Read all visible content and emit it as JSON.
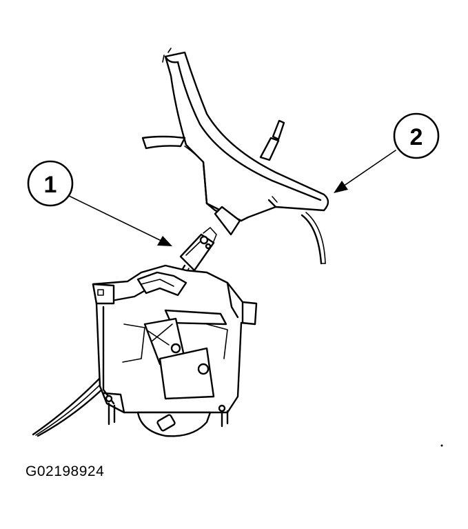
{
  "callouts": [
    {
      "id": "callout-1",
      "label": "1"
    },
    {
      "id": "callout-2",
      "label": "2"
    }
  ],
  "figure_id": "G02198924",
  "colors": {
    "ink": "#000000",
    "paper": "#ffffff"
  }
}
